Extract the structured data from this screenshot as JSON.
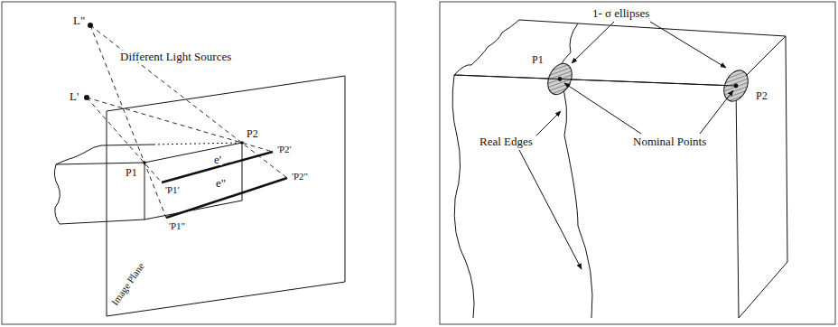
{
  "diagram": {
    "labels": [
      "L\"",
      "Different Light Sources",
      "L'",
      "P1",
      "P2",
      "e'",
      "'P1'",
      "'P2'",
      "e\"",
      "'P1\"",
      "'P2\"",
      "Image Plane",
      "1- σ ellipses",
      "P1",
      "P2",
      "Real Edges",
      "Nominal Points"
    ]
  }
}
